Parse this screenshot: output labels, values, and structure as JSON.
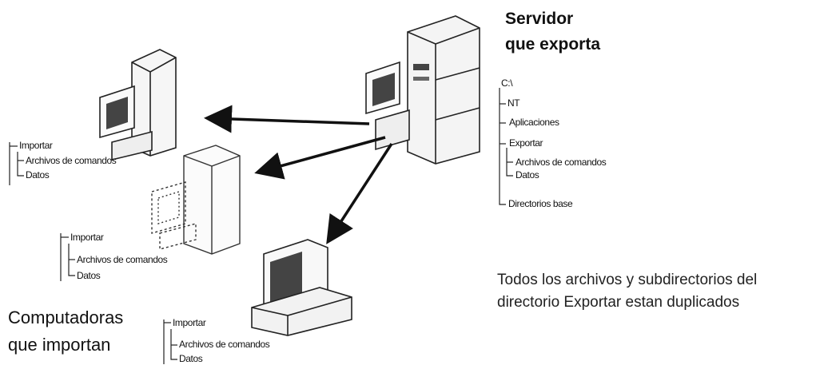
{
  "server": {
    "title_line1": "Servidor",
    "title_line2": "que exporta",
    "tree": {
      "root": "C:\\",
      "nt": "NT",
      "aplicaciones": "Aplicaciones",
      "exportar": "Exportar",
      "archivos": "Archivos de comandos",
      "datos": "Datos",
      "directorios_base": "Directorios base"
    }
  },
  "clients": {
    "label_line1": "Computadoras",
    "label_line2": "que importan",
    "tree1": {
      "importar": "Importar",
      "archivos": "Archivos de comandos",
      "datos": "Datos"
    },
    "tree2": {
      "importar": "Importar",
      "archivos": "Archivos de comandos",
      "datos": "Datos"
    },
    "tree3": {
      "importar": "Importar",
      "archivos": "Archivos de comandos",
      "datos": "Datos"
    }
  },
  "caption": {
    "line1": "Todos los archivos y subdirectorios del",
    "line2": "directorio Exportar estan duplicados"
  },
  "icons": [
    "server-tower-icon",
    "desktop-computer-icon",
    "tower-computer-icon",
    "crt-computer-icon",
    "arrow-icon"
  ]
}
